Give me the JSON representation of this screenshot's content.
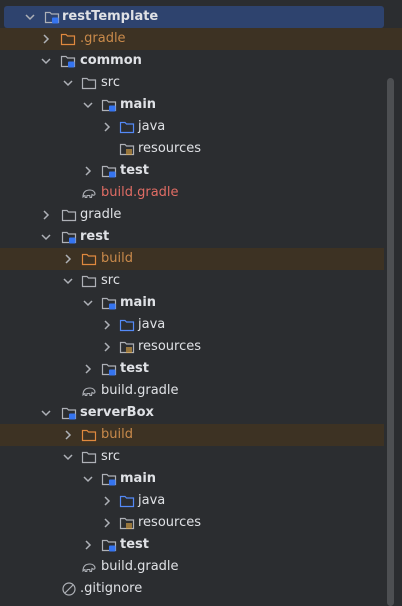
{
  "theme": {
    "background": "#2b2d30",
    "selection": "#2e436e",
    "excluded_row": "#3d3223",
    "text": "#dfe1e5",
    "excluded_text": "#c98a4b",
    "error_text": "#e06c64"
  },
  "tree": {
    "rows": [
      {
        "label": "restTemplate",
        "icon": "module-folder-icon",
        "chevron": "down"
      },
      {
        "label": ".gradle",
        "icon": "excluded-folder-icon",
        "chevron": "right"
      },
      {
        "label": "common",
        "icon": "module-folder-icon",
        "chevron": "down"
      },
      {
        "label": "src",
        "icon": "folder-icon",
        "chevron": "down"
      },
      {
        "label": "main",
        "icon": "source-root-folder-icon",
        "chevron": "down"
      },
      {
        "label": "java",
        "icon": "java-source-folder-icon",
        "chevron": "right"
      },
      {
        "label": "resources",
        "icon": "resources-folder-icon",
        "chevron": "none"
      },
      {
        "label": "test",
        "icon": "source-root-folder-icon",
        "chevron": "right"
      },
      {
        "label": "build.gradle",
        "icon": "gradle-elephant-icon",
        "chevron": "none"
      },
      {
        "label": "gradle",
        "icon": "folder-icon",
        "chevron": "right"
      },
      {
        "label": "rest",
        "icon": "module-folder-icon",
        "chevron": "down"
      },
      {
        "label": "build",
        "icon": "excluded-folder-icon",
        "chevron": "right"
      },
      {
        "label": "src",
        "icon": "folder-icon",
        "chevron": "down"
      },
      {
        "label": "main",
        "icon": "source-root-folder-icon",
        "chevron": "down"
      },
      {
        "label": "java",
        "icon": "java-source-folder-icon",
        "chevron": "right"
      },
      {
        "label": "resources",
        "icon": "resources-folder-icon",
        "chevron": "right"
      },
      {
        "label": "test",
        "icon": "source-root-folder-icon",
        "chevron": "right"
      },
      {
        "label": "build.gradle",
        "icon": "gradle-elephant-icon",
        "chevron": "none"
      },
      {
        "label": "serverBox",
        "icon": "module-folder-icon",
        "chevron": "down"
      },
      {
        "label": "build",
        "icon": "excluded-folder-icon",
        "chevron": "right"
      },
      {
        "label": "src",
        "icon": "folder-icon",
        "chevron": "down"
      },
      {
        "label": "main",
        "icon": "source-root-folder-icon",
        "chevron": "down"
      },
      {
        "label": "java",
        "icon": "java-source-folder-icon",
        "chevron": "right"
      },
      {
        "label": "resources",
        "icon": "resources-folder-icon",
        "chevron": "right"
      },
      {
        "label": "test",
        "icon": "source-root-folder-icon",
        "chevron": "right"
      },
      {
        "label": "build.gradle",
        "icon": "gradle-elephant-icon",
        "chevron": "none"
      },
      {
        "label": ".gitignore",
        "icon": "ignored-file-icon",
        "chevron": "none"
      }
    ]
  }
}
